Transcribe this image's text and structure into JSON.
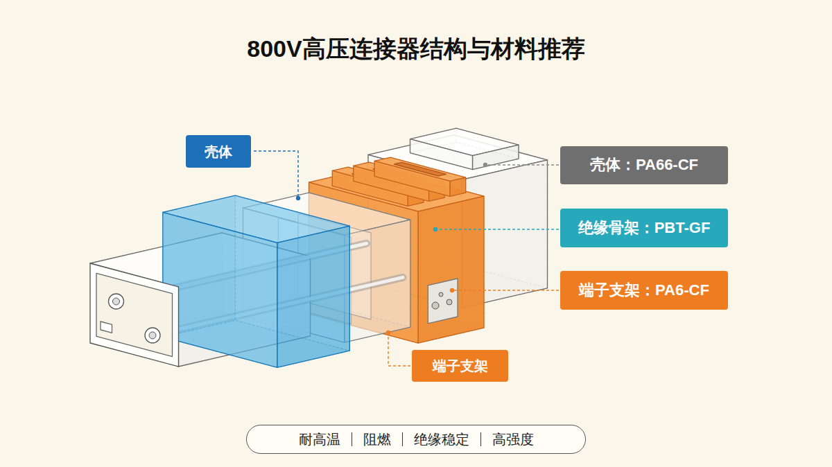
{
  "diagram": {
    "title": "800V高压连接器结构与材料推荐",
    "nodes": [
      {
        "text": [
          "壳体"
        ]
      },
      {
        "text": [
          "壳体：PA66-CF"
        ]
      },
      {
        "text": [
          "绝缘骨架：PBT-GF"
        ]
      },
      {
        "text": [
          "端子支架：PA6-CF"
        ]
      },
      {
        "text": [
          "端子支架"
        ]
      },
      {
        "text": [
          "耐高温",
          "阻燃",
          "绝缘稳定",
          "高强度"
        ]
      }
    ]
  }
}
